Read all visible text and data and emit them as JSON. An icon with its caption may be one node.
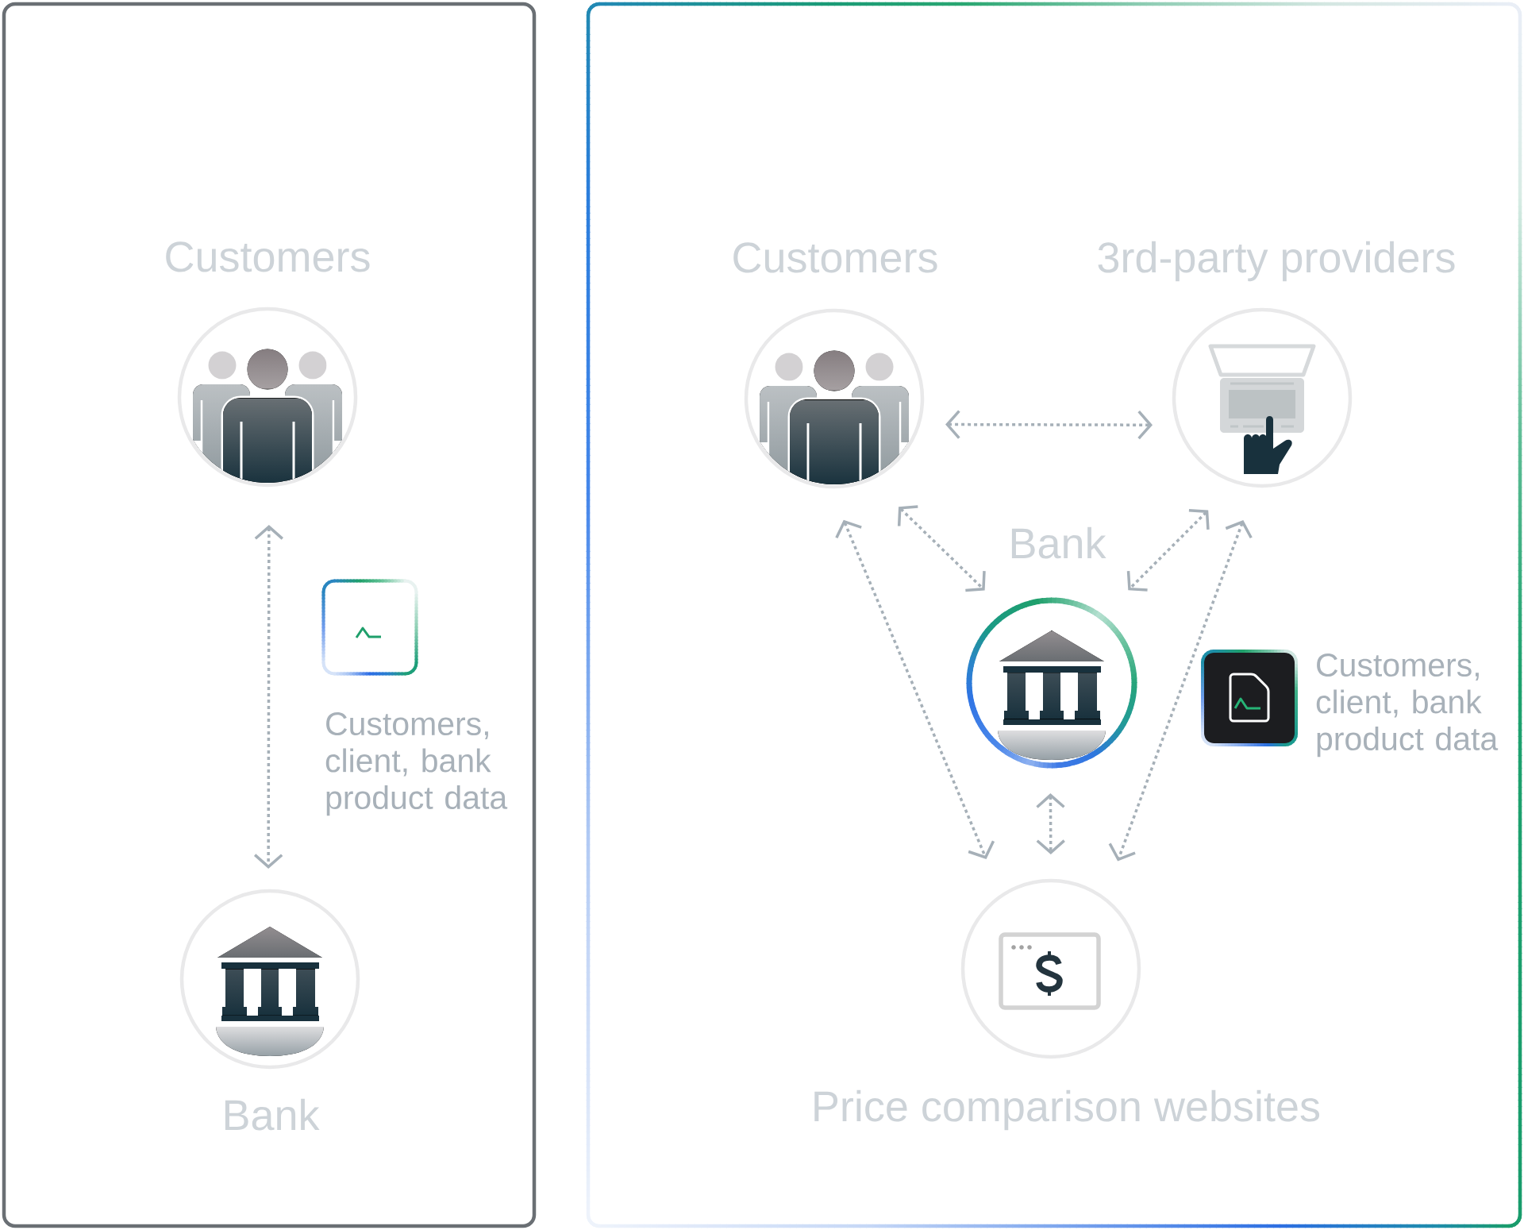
{
  "diagram": {
    "nodes": [
      {
        "text": [],
        "shape": "box"
      },
      {
        "text": [
          "Customers"
        ],
        "in": 0
      },
      {
        "text": [
          "Customers, client, bank product data"
        ],
        "in": 0
      },
      {
        "text": [
          "Bank"
        ],
        "in": 0
      },
      {
        "text": [],
        "shape": "box"
      },
      {
        "text": [
          "Customers"
        ],
        "in": 4
      },
      {
        "text": [
          "3rd-party providers"
        ],
        "in": 4
      },
      {
        "text": [
          "Bank"
        ],
        "in": 4
      },
      {
        "text": [
          "Customers, client, bank product data"
        ],
        "in": 4
      },
      {
        "text": [
          "Price comparison websites"
        ],
        "in": 4
      }
    ],
    "edges": [
      {
        "from": 1,
        "to": 3,
        "arrow": "both"
      },
      {
        "from": 5,
        "to": 6,
        "arrow": "both"
      },
      {
        "from": 5,
        "to": 7,
        "arrow": "both"
      },
      {
        "from": 6,
        "to": 7,
        "arrow": "both"
      },
      {
        "from": 5,
        "to": 9,
        "arrow": "both"
      },
      {
        "from": 6,
        "to": 9,
        "arrow": "both"
      },
      {
        "from": 7,
        "to": 9,
        "arrow": "both"
      }
    ]
  }
}
